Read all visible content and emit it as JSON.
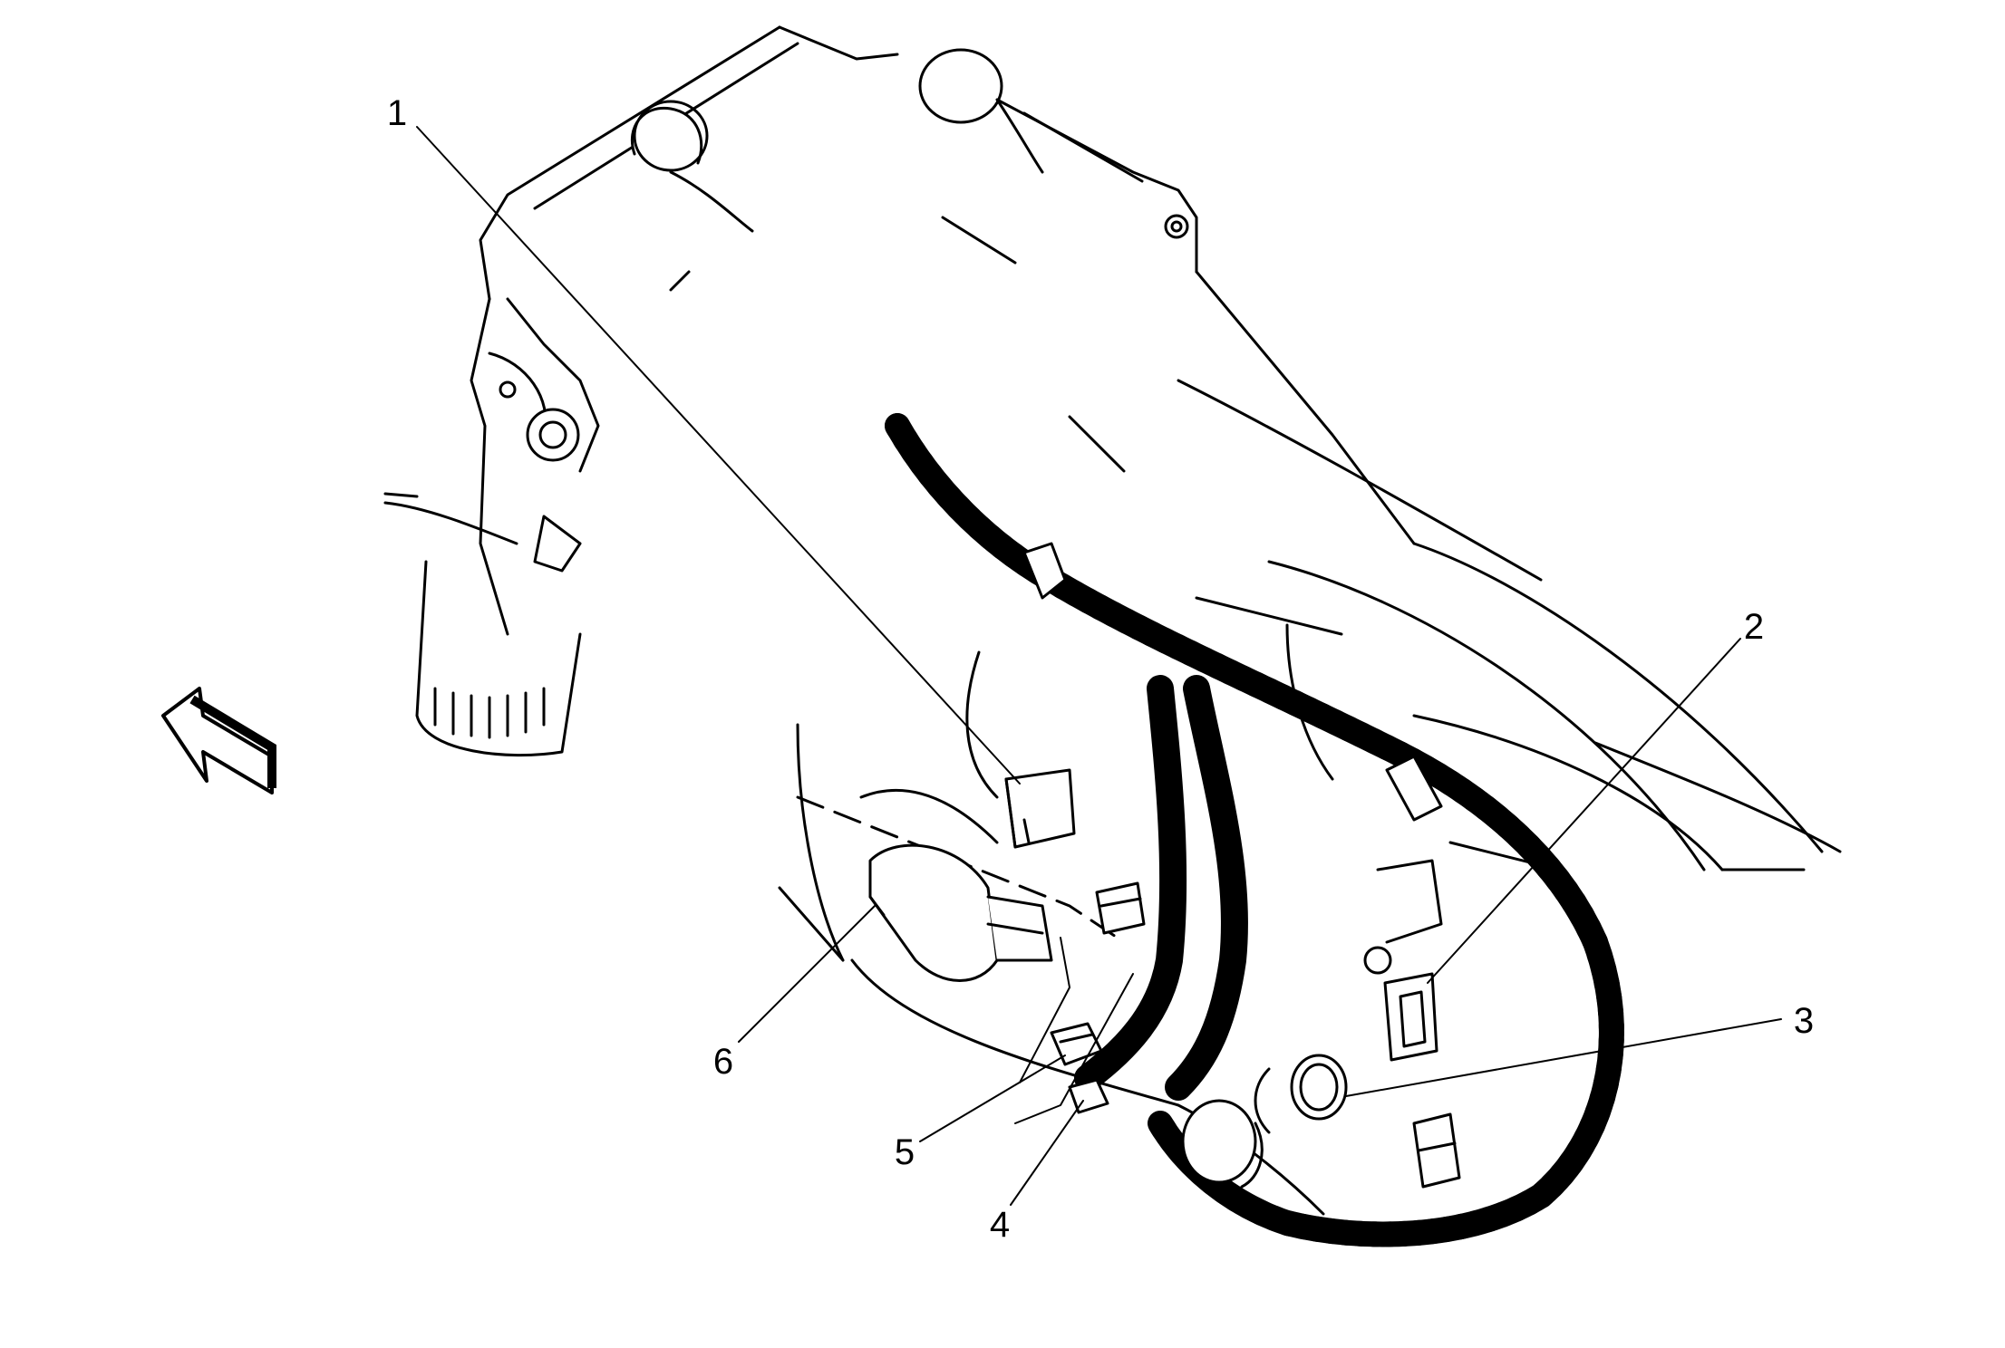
{
  "colors": {
    "ink": "#000000",
    "paper": "#ffffff"
  },
  "direction_arrow": {
    "icon": "arrow-up-left-icon"
  },
  "callouts": [
    {
      "label": "1"
    },
    {
      "label": "2"
    },
    {
      "label": "3"
    },
    {
      "label": "4"
    },
    {
      "label": "5"
    },
    {
      "label": "6"
    }
  ]
}
